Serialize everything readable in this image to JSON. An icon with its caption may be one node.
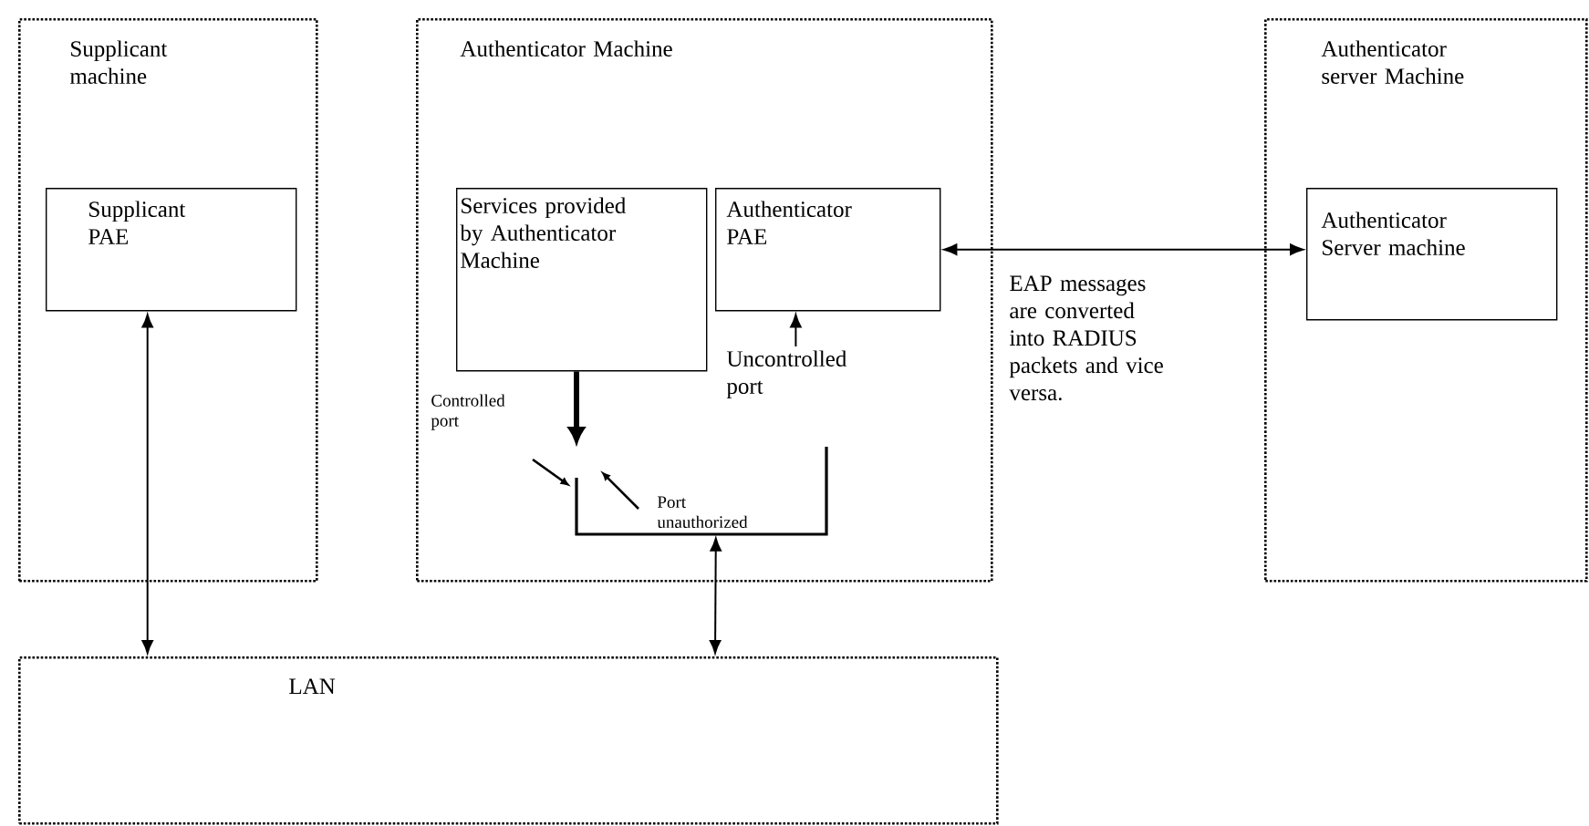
{
  "diagram": {
    "nodes": [
      {
        "text": [
          "Supplicant machine"
        ]
      },
      {
        "text": [
          "Supplicant PAE"
        ],
        "in": 0
      },
      {
        "text": [
          "Authenticator Machine"
        ]
      },
      {
        "text": [
          "Services provided by Authenticator Machine"
        ],
        "in": 2
      },
      {
        "text": [
          "Authenticator PAE"
        ],
        "in": 2
      },
      {
        "text": [
          "Authenticator server Machine"
        ]
      },
      {
        "text": [
          "Authenticator Server machine"
        ],
        "in": 5
      },
      {
        "text": [
          "LAN"
        ]
      },
      {
        "text": [
          "Uncontrolled port"
        ],
        "in": 2
      },
      {
        "text": [],
        "shape": "picture",
        "in": 2
      }
    ],
    "edges": [
      {
        "from": 1,
        "to": 7,
        "arrow": "both"
      },
      {
        "from": 9,
        "to": 7,
        "arrow": "both"
      },
      {
        "from": 4,
        "to": 6,
        "arrow": "both",
        "label": "EAP messages are converted into RADIUS packets and vice versa."
      },
      {
        "from": 8,
        "to": 4,
        "arrow": "to"
      },
      {
        "from": 3,
        "to": 9,
        "arrow": "to",
        "style": "thick"
      }
    ],
    "labels": [
      "Controlled port",
      "Port unauthorized"
    ]
  }
}
